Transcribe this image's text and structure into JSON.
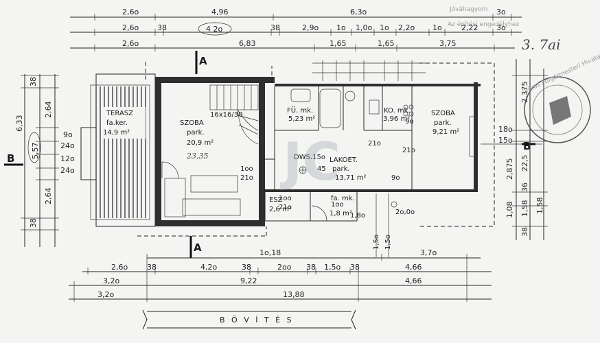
{
  "plan": {
    "section_markers": {
      "a_top": "A",
      "a_bottom": "A",
      "b_left": "B",
      "b_right": "B"
    },
    "rooms": {
      "terrace": {
        "name": "TERASZ",
        "floor": "fa.ker.",
        "area": "14,9 m²"
      },
      "room_left": {
        "name": "SZOBA",
        "floor": "park.",
        "area": "20,9 m²",
        "hand_area": "23,35"
      },
      "bath": {
        "name": "FÜ. mk.",
        "area": "5,23 m²"
      },
      "kitchen": {
        "name": "KO. mk.",
        "area": "3,96 m²"
      },
      "room_right": {
        "name": "SZOBA",
        "floor": "park.",
        "area": "9,21 m²"
      },
      "living": {
        "name": "LAKOET.",
        "floor": "park.",
        "area": "13,71 m²",
        "dws": "DWS.15o"
      },
      "esz": {
        "name": "ESZ",
        "area": "2,6 m²"
      },
      "wc": {
        "name": "fa. mk.",
        "area": "1,8 m²"
      }
    },
    "stairs_label": "16x16/30",
    "dims_top": {
      "row1": [
        "2,6o",
        "4,96",
        "6,3o",
        "3o"
      ],
      "row2": [
        "2,6o",
        "38",
        "4 2o",
        "38",
        "2,9o",
        "1o",
        "1,0o",
        "1o",
        "2,2o",
        "1o",
        "2,22",
        "3o"
      ],
      "row3": [
        "2,6o",
        "6,83",
        "1,65",
        "1,65",
        "3,75"
      ]
    },
    "dims_bottom": {
      "row0": [
        "1o,18",
        "3,7o"
      ],
      "row1": [
        "2,6o",
        "38",
        "4,2o",
        "38",
        "2oo",
        "38",
        "1,5o",
        "38",
        "4,66"
      ],
      "row2": [
        "3,2o",
        "9,22",
        "4,66"
      ],
      "row3": [
        "3,2o",
        "13,88"
      ]
    },
    "dims_left": [
      "38",
      "2,64",
      "6,33",
      "5,57",
      "9o",
      "24o",
      "12o",
      "24o",
      "2,64",
      "38"
    ],
    "dims_right": [
      "2,375",
      "18o",
      "15o",
      "2,875",
      "22,5",
      "1,58",
      "1,08",
      "36",
      "1,58",
      "38"
    ],
    "interior_dims": [
      "1oo",
      "21o",
      "1oo",
      "21o",
      "9o",
      "21o",
      "9o",
      "21o",
      "1,5o",
      "1,5o",
      "2o,0o",
      "45",
      "1,8o",
      "1oo"
    ],
    "bovites": "B Ö V Í T É S",
    "stamp_text": "Város Polgármesteri Hivatal Műszaki Osztály",
    "signature": "3. 7ai",
    "watermark": "JC",
    "faint_notes": [
      "Jóváhagyom",
      "Az építési engedélyhez"
    ]
  }
}
